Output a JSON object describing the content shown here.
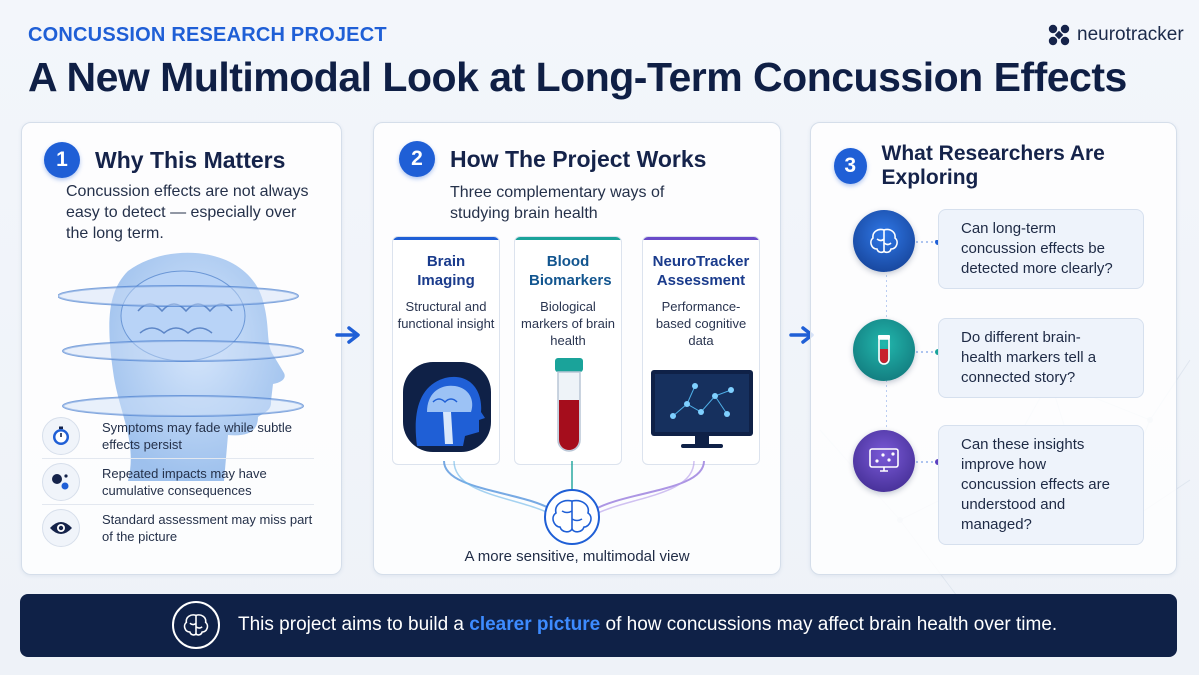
{
  "header": {
    "kicker": "CONCUSSION RESEARCH PROJECT",
    "title": "A New Multimodal Look at Long-Term Concussion Effects",
    "brand": "neurotracker"
  },
  "panel1": {
    "number": "1",
    "title": "Why This Matters",
    "description": "Concussion effects are not always easy to detect — especially over the long term.",
    "bullets": [
      {
        "icon": "stopwatch-icon",
        "text": "Symptoms may fade while subtle effects persist"
      },
      {
        "icon": "impact-dots-icon",
        "text": "Repeated impacts may have cumulative consequences"
      },
      {
        "icon": "eye-icon",
        "text": "Standard assessment may miss part of the picture"
      }
    ]
  },
  "panel2": {
    "number": "2",
    "title": "How The Project Works",
    "description": "Three complementary ways of studying brain health",
    "cards": [
      {
        "title": "Brain Imaging",
        "description": "Structural and functional insight",
        "icon": "brain-scan-icon",
        "color": "#1f5fd6"
      },
      {
        "title": "Blood Biomarkers",
        "description": "Biological markers of brain health",
        "icon": "blood-tube-icon",
        "color": "#1aa39a"
      },
      {
        "title": "NeuroTracker Assessment",
        "description": "Performance-based cognitive data",
        "icon": "monitor-icon",
        "color": "#6a4bc9"
      }
    ],
    "footer": "A more sensitive, multimodal view"
  },
  "panel3": {
    "number": "3",
    "title": "What Researchers Are Exploring",
    "questions": [
      {
        "icon": "brain-icon",
        "text": "Can long-term concussion effects be detected more clearly?",
        "color": "#1f5fd6"
      },
      {
        "icon": "test-tube-icon",
        "text": "Do different brain-health markers tell a connected story?",
        "color": "#1aa39a"
      },
      {
        "icon": "monitor-icon",
        "text": "Can these insights improve how concussion effects are understood and managed?",
        "color": "#5b3fbf"
      }
    ]
  },
  "banner": {
    "prefix": "This project aims to build a ",
    "highlight": "clearer picture",
    "suffix": " of how concussions may affect brain health over time."
  },
  "colors": {
    "accent": "#1f5fd6",
    "navy": "#0f2147",
    "teal": "#1aa39a",
    "purple": "#6a4bc9"
  }
}
